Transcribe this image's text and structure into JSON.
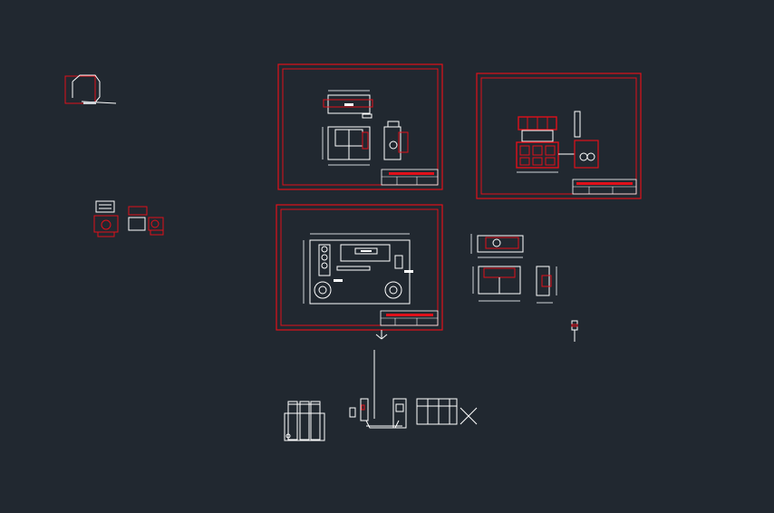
{
  "app": {
    "type": "cad-model-space",
    "background_color": "#212830"
  },
  "colors": {
    "frame_red": "#e0101a",
    "line_white": "#ffffff",
    "dim_white": "#cfd3d8"
  },
  "sheets": [
    {
      "name": "sheet-top-left"
    },
    {
      "name": "sheet-top-right"
    },
    {
      "name": "sheet-bottom"
    }
  ]
}
